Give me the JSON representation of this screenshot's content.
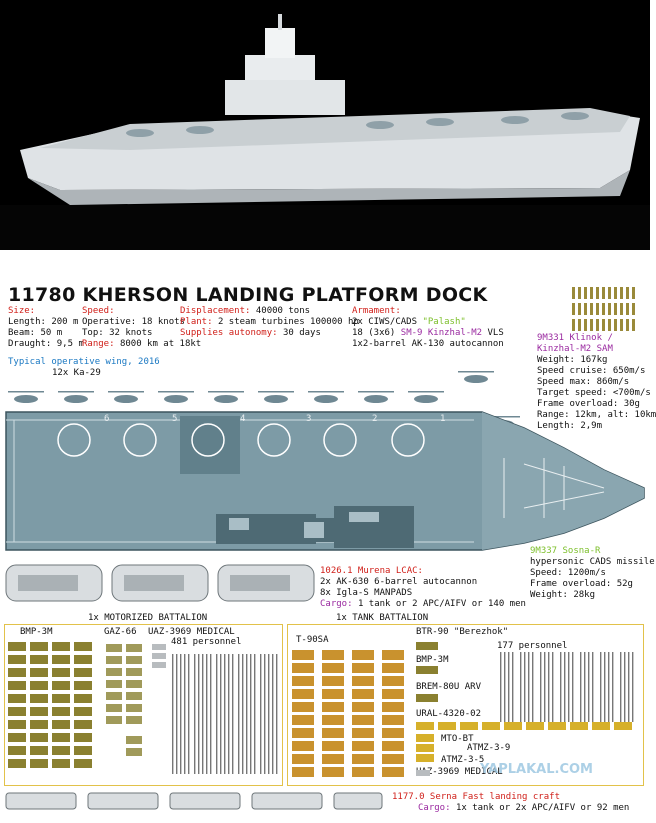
{
  "title": "11780 KHERSON LANDING PLATFORM DOCK",
  "size": {
    "heading": "Size:",
    "length": "Length: 200 m",
    "beam": "Beam: 50  m",
    "draught": "Draught: 9,5 m"
  },
  "speed": {
    "heading": "Speed:",
    "operative": "Operative: 18 knots",
    "top": "Top: 32 knots",
    "range_label": "Range:",
    "range_value": "8000 km at 18kt"
  },
  "displacement": {
    "label": "Displacement:",
    "value": "40000 tons"
  },
  "plant": {
    "label": "Plant:",
    "value": "2 steam turbines 100000 hp"
  },
  "autonomy": {
    "label": "Supplies autonomy:",
    "value": "30 days"
  },
  "armament": {
    "heading": "Armament:",
    "ciws_prefix": "2x CIWS/CADS",
    "ciws_name": "\"Palash\"",
    "vls_prefix": "18 (3x6)",
    "vls_name": "SM-9 Kinzhal-M2",
    "vls_suffix": "VLS",
    "gun": "1x2-barrel AK-130 autocannon"
  },
  "wing": {
    "label": "Typical operative wing, 2016",
    "value": "12x Ka-29"
  },
  "missile1": {
    "name_line1": "9M331 Klinok /",
    "name_line2": "Kinzhal-M2 SAM",
    "weight": "Weight: 167kg",
    "cruise": "Speed cruise: 650m/s",
    "max": "Speed max: 860m/s",
    "target": "Target speed: <700m/s",
    "overload": "Frame overload: 30g",
    "range": "Range: 12km, alt: 10km",
    "length": "Length: 2,9m"
  },
  "missile2": {
    "name": "9M337 Sosna-R",
    "type": "hypersonic CADS missile",
    "speed": "Speed: 1200m/s",
    "overload": "Frame overload: 52g",
    "weight": "Weight: 28kg"
  },
  "deck_spots": [
    "6",
    "5",
    "4",
    "3",
    "2",
    "1"
  ],
  "lcac": {
    "name": "1026.1 Murena LCAC:",
    "arm1": "2x AK-630 6-barrel autocannon",
    "arm2": "8x Igla-S MANPADS",
    "cargo_label": "Cargo:",
    "cargo_value": "1 tank or 2 APC/AIFV or 140 men"
  },
  "battalion_motorized": "1x MOTORIZED BATTALION",
  "battalion_tank": "1x TANK BATTALION",
  "left_units": {
    "bmp": "BMP-3M",
    "gaz": "GAZ-66",
    "uaz": "UAZ-3969 MEDICAL",
    "personnel": "481 personnel"
  },
  "right_units": {
    "t90": "T-90SA",
    "btr": "BTR-90 \"Berezhok\"",
    "personnel": "177 personnel",
    "bmp": "BMP-3M",
    "brem": "BREM-80U ARV",
    "ural": "URAL-4320-02",
    "mto": "MTO-BT",
    "atmz39": "ATMZ-3-9",
    "atmz35": "ATMZ-3-5",
    "uaz": "UAZ-3969 MEDICAL"
  },
  "serna": {
    "name": "1177.0 Serna",
    "type": "Fast landing craft",
    "cargo_label": "Cargo:",
    "cargo_value": "1x tank or 2x APC/AIFV or 92 men"
  },
  "watermark": "YAPLAKAL.COM",
  "colors": {
    "deck": "#7d9ba6",
    "hull_dark": "#4e6a74",
    "accent_red": "#d0201a",
    "accent_purple": "#9a2aa0",
    "accent_blue": "#1a78c2",
    "accent_green": "#7cbf2a",
    "box_border": "#e2c24a"
  }
}
